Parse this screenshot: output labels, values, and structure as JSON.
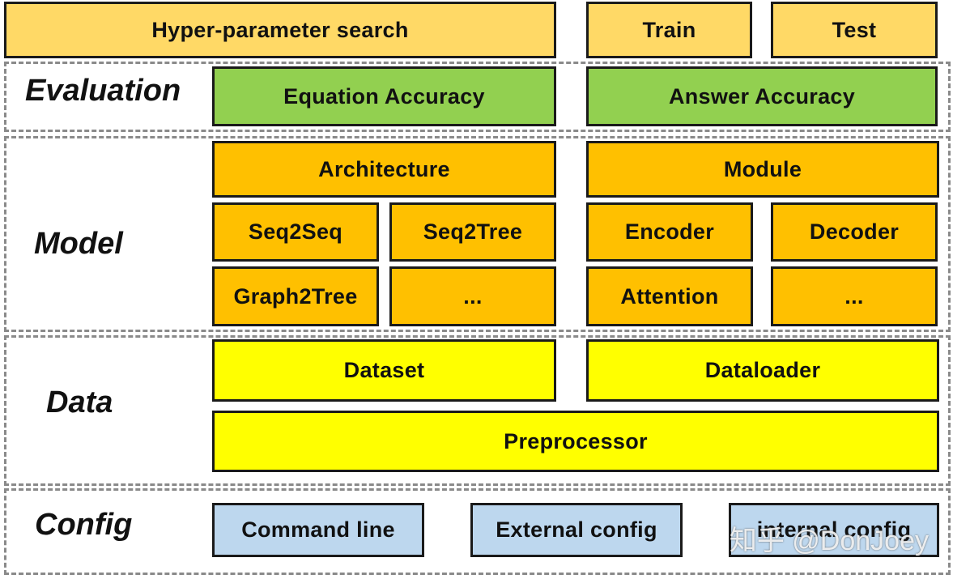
{
  "top_bar": {
    "hyperparam": "Hyper-parameter search",
    "train": "Train",
    "test": "Test"
  },
  "evaluation": {
    "label": "Evaluation",
    "equation_accuracy": "Equation Accuracy",
    "answer_accuracy": "Answer Accuracy"
  },
  "model": {
    "label": "Model",
    "architecture": "Architecture",
    "module": "Module",
    "seq2seq": "Seq2Seq",
    "seq2tree": "Seq2Tree",
    "graph2tree": "Graph2Tree",
    "arch_more": "...",
    "encoder": "Encoder",
    "decoder": "Decoder",
    "attention": "Attention",
    "module_more": "..."
  },
  "data": {
    "label": "Data",
    "dataset": "Dataset",
    "dataloader": "Dataloader",
    "preprocessor": "Preprocessor"
  },
  "config": {
    "label": "Config",
    "command_line": "Command line",
    "external_config": "External config",
    "internal_config": "internal config"
  },
  "watermark": "知乎 @DonJoey",
  "colors": {
    "top_bar": "#ffd966",
    "evaluation": "#92d050",
    "model": "#ffc000",
    "data": "#ffff00",
    "config": "#bdd7ee",
    "panel_border": "#8a8a8a",
    "box_border": "#1a1a1a"
  }
}
